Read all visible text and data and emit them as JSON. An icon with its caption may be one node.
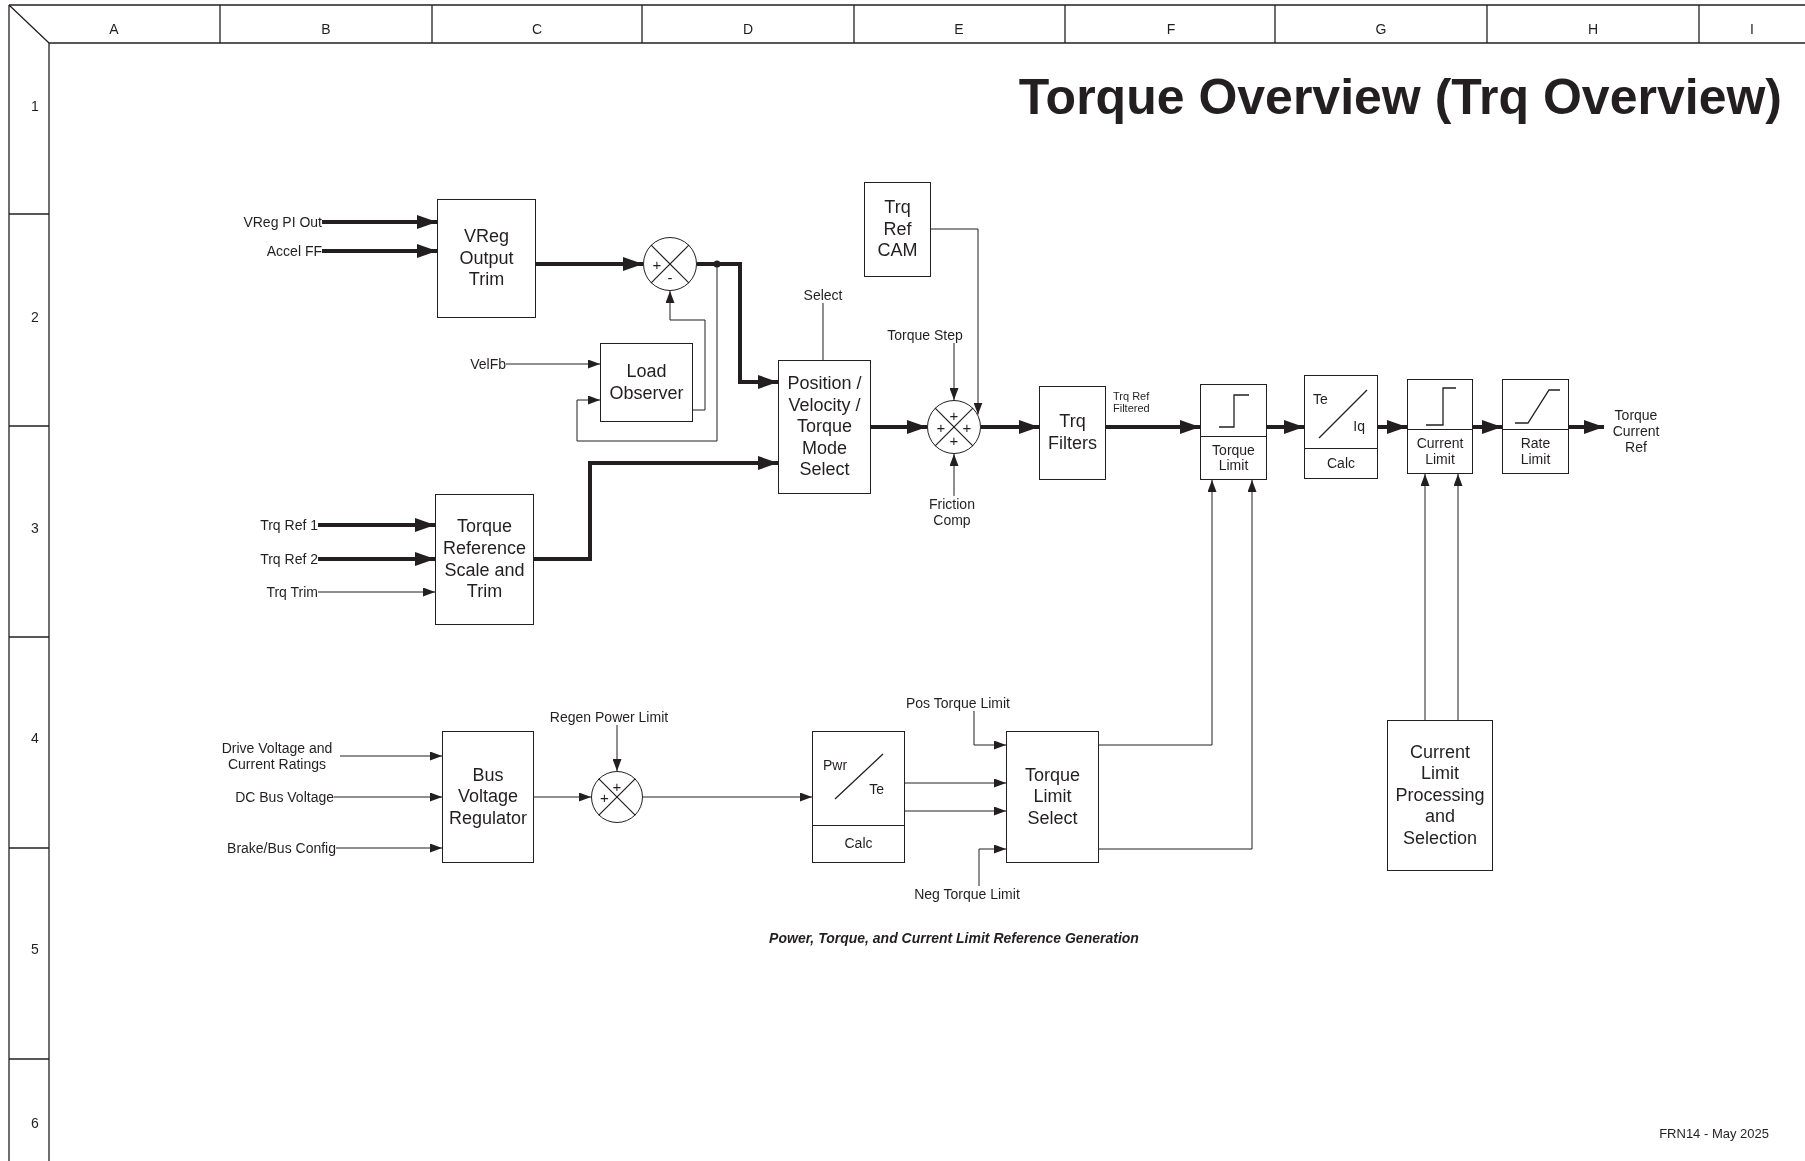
{
  "diagram": {
    "title": "Torque Overview (Trq Overview)",
    "caption": "Power, Torque, and Current Limit Reference Generation",
    "nodes": [
      {
        "text": [
          "VReg PI Out"
        ]
      },
      {
        "text": [
          "Accel FF"
        ]
      },
      {
        "text": [
          "VReg Output Trim"
        ]
      },
      {
        "text": [
          "+",
          "-"
        ]
      },
      {
        "text": [
          "VelFb"
        ]
      },
      {
        "text": [
          "Load Observer"
        ]
      },
      {
        "text": [
          "Position / Velocity / Torque Mode Select"
        ]
      },
      {
        "text": [
          "Select"
        ]
      },
      {
        "text": [
          "Trq Ref CAM"
        ]
      },
      {
        "text": [
          "Torque Step"
        ]
      },
      {
        "text": [
          "+",
          "+",
          "+",
          "+"
        ]
      },
      {
        "text": [
          "Friction Comp"
        ]
      },
      {
        "text": [
          "Trq Filters"
        ]
      },
      {
        "text": [
          "Torque Limit"
        ]
      },
      {
        "text": [
          "Te",
          "Iq",
          "Calc"
        ]
      },
      {
        "text": [
          "Current Limit"
        ]
      },
      {
        "text": [
          "Rate Limit"
        ]
      },
      {
        "text": [
          "Torque Current Ref"
        ]
      },
      {
        "text": [
          "Trq Ref 1"
        ]
      },
      {
        "text": [
          "Trq Ref 2"
        ]
      },
      {
        "text": [
          "Trq Trim"
        ]
      },
      {
        "text": [
          "Torque Reference Scale and Trim"
        ]
      },
      {
        "text": [
          "Drive Voltage and Current Ratings"
        ]
      },
      {
        "text": [
          "DC Bus Voltage"
        ]
      },
      {
        "text": [
          "Brake/Bus Config"
        ]
      },
      {
        "text": [
          "Bus Voltage Regulator"
        ]
      },
      {
        "text": [
          "Regen Power Limit"
        ]
      },
      {
        "text": [
          "+",
          "+"
        ]
      },
      {
        "text": [
          "Pwr",
          "Te",
          "Calc"
        ]
      },
      {
        "text": [
          "Pos Torque Limit"
        ]
      },
      {
        "text": [
          "Torque Limit Select"
        ]
      },
      {
        "text": [
          "Neg Torque Limit"
        ]
      },
      {
        "text": [
          "Current Limit Processing and Selection"
        ]
      }
    ],
    "edges": [
      {
        "from": 0,
        "to": 2,
        "arrow": "to",
        "style": "thick"
      },
      {
        "from": 1,
        "to": 2,
        "arrow": "to",
        "style": "thick"
      },
      {
        "from": 2,
        "to": 3,
        "arrow": "to",
        "style": "thick"
      },
      {
        "from": 3,
        "to": 6,
        "arrow": "to",
        "style": "thick"
      },
      {
        "from": 3,
        "to": 5,
        "arrow": "to"
      },
      {
        "from": 4,
        "to": 5,
        "arrow": "to"
      },
      {
        "from": 5,
        "to": 3,
        "arrow": "to"
      },
      {
        "from": 7,
        "to": 6,
        "arrow": "none"
      },
      {
        "from": 21,
        "to": 6,
        "arrow": "to",
        "style": "thick"
      },
      {
        "from": 6,
        "to": 10,
        "arrow": "to",
        "style": "thick"
      },
      {
        "from": 8,
        "to": 10,
        "arrow": "to"
      },
      {
        "from": 9,
        "to": 10,
        "arrow": "to"
      },
      {
        "from": 11,
        "to": 10,
        "arrow": "to"
      },
      {
        "from": 10,
        "to": 12,
        "arrow": "to",
        "style": "thick"
      },
      {
        "from": 12,
        "to": 13,
        "arrow": "to",
        "style": "thick",
        "label": "Trq Ref Filtered"
      },
      {
        "from": 13,
        "to": 14,
        "arrow": "to",
        "style": "thick"
      },
      {
        "from": 14,
        "to": 15,
        "arrow": "to",
        "style": "thick"
      },
      {
        "from": 15,
        "to": 16,
        "arrow": "to",
        "style": "thick"
      },
      {
        "from": 16,
        "to": 17,
        "arrow": "to",
        "style": "thick"
      },
      {
        "from": 18,
        "to": 21,
        "arrow": "to",
        "style": "thick"
      },
      {
        "from": 19,
        "to": 21,
        "arrow": "to",
        "style": "thick"
      },
      {
        "from": 20,
        "to": 21,
        "arrow": "to"
      },
      {
        "from": 22,
        "to": 25,
        "arrow": "to"
      },
      {
        "from": 23,
        "to": 25,
        "arrow": "to"
      },
      {
        "from": 24,
        "to": 25,
        "arrow": "to"
      },
      {
        "from": 25,
        "to": 27,
        "arrow": "to"
      },
      {
        "from": 26,
        "to": 27,
        "arrow": "to"
      },
      {
        "from": 27,
        "to": 28,
        "arrow": "to"
      },
      {
        "from": 28,
        "to": 30,
        "arrow": "to"
      },
      {
        "from": 28,
        "to": 30,
        "arrow": "to"
      },
      {
        "from": 29,
        "to": 30,
        "arrow": "to"
      },
      {
        "from": 31,
        "to": 30,
        "arrow": "to"
      },
      {
        "from": 30,
        "to": 13,
        "arrow": "to"
      },
      {
        "from": 30,
        "to": 13,
        "arrow": "to"
      },
      {
        "from": 32,
        "to": 15,
        "arrow": "to"
      },
      {
        "from": 32,
        "to": 15,
        "arrow": "to"
      }
    ],
    "labels": [
      "A",
      "B",
      "C",
      "D",
      "E",
      "F",
      "G",
      "H",
      "I",
      "1",
      "2",
      "3",
      "4",
      "5",
      "6",
      "FRN14 - May 2025"
    ]
  }
}
